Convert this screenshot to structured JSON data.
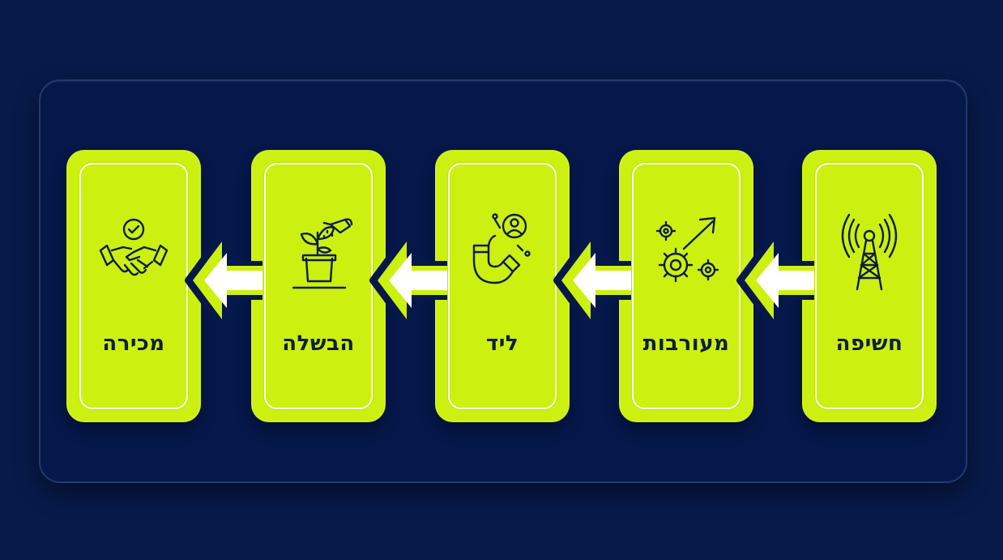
{
  "steps": [
    {
      "label": "חשיפה",
      "icon": "signal-tower-icon"
    },
    {
      "label": "מעורבות",
      "icon": "gears-arrow-icon"
    },
    {
      "label": "ליד",
      "icon": "magnet-user-icon"
    },
    {
      "label": "הבשלה",
      "icon": "watering-plant-icon"
    },
    {
      "label": "מכירה",
      "icon": "handshake-icon"
    }
  ],
  "colors": {
    "background": "#071a4a",
    "card": "#ccf00f",
    "text": "#0f1d3f",
    "arrow": "#ffffff"
  }
}
